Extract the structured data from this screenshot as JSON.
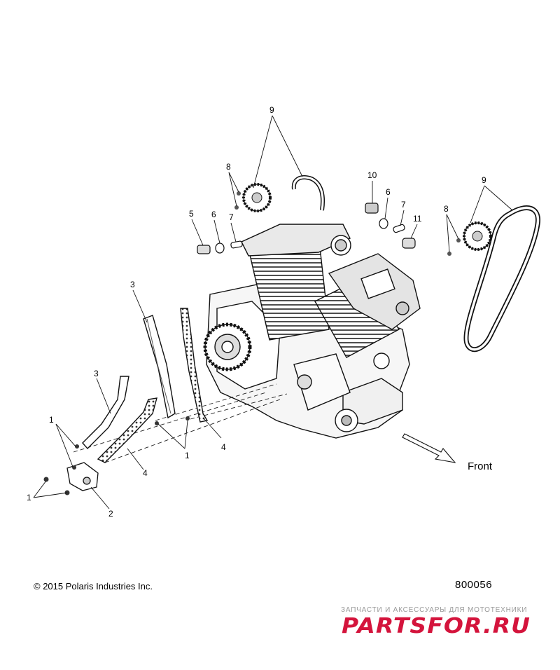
{
  "callouts": {
    "c9a": "9",
    "c8a": "8",
    "c5": "5",
    "c6a": "6",
    "c7a": "7",
    "c10": "10",
    "c6b": "6",
    "c7b": "7",
    "c11": "11",
    "c9b": "9",
    "c8b": "8",
    "c3a": "3",
    "c3b": "3",
    "c1a": "1",
    "c1b": "1",
    "c1c": "1",
    "c4a": "4",
    "c4b": "4",
    "c2": "2"
  },
  "front_label": "Front",
  "copyright": "© 2015 Polaris Industries Inc.",
  "diagram_code": "800056",
  "watermark": {
    "tagline": "ЗАПЧАСТИ И АКСЕССУАРЫ ДЛЯ МОТОТЕХНИКИ",
    "logo": "PARTSFOR.RU",
    "logo_color": "#d4143c"
  }
}
